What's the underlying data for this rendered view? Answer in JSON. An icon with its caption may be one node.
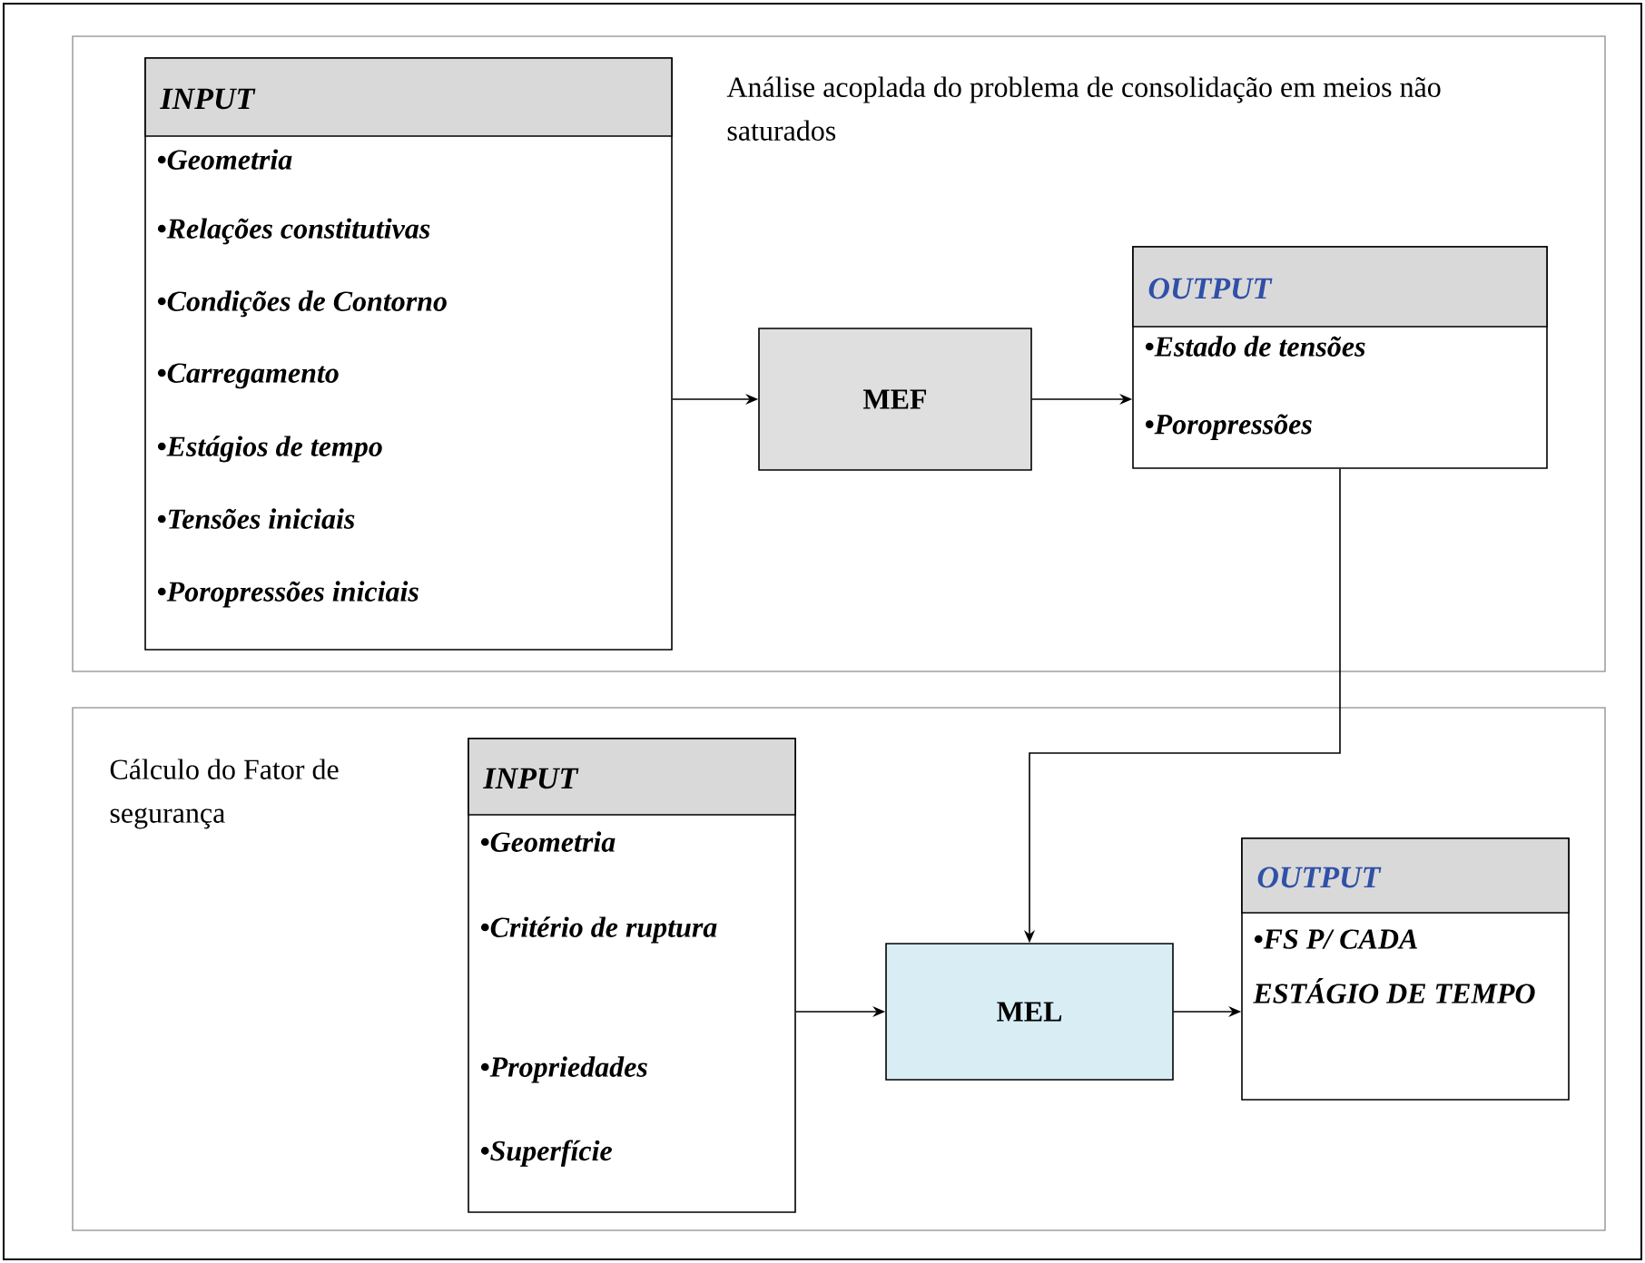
{
  "diagram": {
    "nodes": [
      {
        "text": [
          "Análise acoplada do problema de consolidação em meios não saturados"
        ]
      },
      {
        "text": [
          "INPUT",
          "•Geometria",
          "•Relações constitutivas",
          "•Condições de Contorno",
          "•Carregamento",
          "•Estágios de tempo",
          "•Tensões iniciais",
          "•Poropressões iniciais"
        ],
        "in": 0
      },
      {
        "text": [
          "MEF"
        ],
        "in": 0
      },
      {
        "text": [
          "OUTPUT",
          "•Estado de tensões",
          "•Poropressões"
        ],
        "in": 0
      },
      {
        "text": [
          "Cálculo do Fator de segurança"
        ]
      },
      {
        "text": [
          "INPUT",
          "•Geometria",
          "•Critério de ruptura",
          "•Propriedades",
          "•Superfície"
        ],
        "in": 4
      },
      {
        "text": [
          "MEL"
        ],
        "in": 4
      },
      {
        "text": [
          "OUTPUT",
          "•FS P/ CADA ESTÁGIO DE TEMPO"
        ],
        "in": 4
      }
    ],
    "edges": [
      {
        "from": 1,
        "to": 2,
        "arrow": "to"
      },
      {
        "from": 2,
        "to": 3,
        "arrow": "to"
      },
      {
        "from": 3,
        "to": 6,
        "arrow": "to"
      },
      {
        "from": 5,
        "to": 6,
        "arrow": "to"
      },
      {
        "from": 6,
        "to": 7,
        "arrow": "to"
      }
    ]
  }
}
